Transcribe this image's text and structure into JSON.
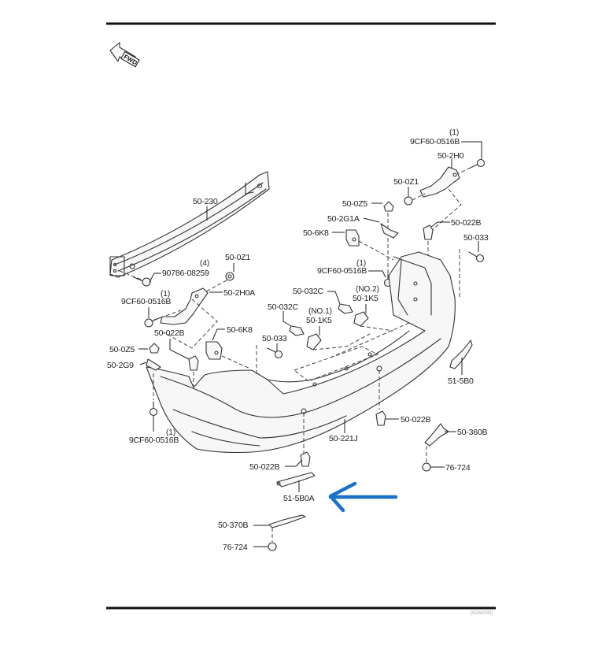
{
  "diagram": {
    "title": "Rear Bumper Exploded Parts Diagram",
    "direction_marker": "FWD",
    "accent_color": "#1a73c9",
    "highlighted_part": "51-5B0A",
    "footer_code": "(5D50035)",
    "parts": {
      "fastener_top_right": {
        "code": "9CF60-0516B",
        "qty": "(1)"
      },
      "bracket_right_upper": {
        "code": "50-2H0"
      },
      "nut_right": {
        "code": "50-0Z1"
      },
      "clip_right": {
        "code": "50-0Z5"
      },
      "spacer_right": {
        "code": "50-2G1A"
      },
      "pad_right": {
        "code": "50-6K8"
      },
      "clip_rivet_right": {
        "code": "50-022B"
      },
      "screw_right": {
        "code": "50-033"
      },
      "fastener_mid_right": {
        "code": "9CF60-0516B",
        "qty": "(1)"
      },
      "reinforcement": {
        "code": "50-230"
      },
      "bolt_reinforcement": {
        "code": "90786-08259",
        "qty": "(4)"
      },
      "nut_left": {
        "code": "50-0Z1"
      },
      "bracket_left": {
        "code": "50-2H0A"
      },
      "fastener_left": {
        "code": "9CF60-0516B",
        "qty": "(1)"
      },
      "retainer_no2": {
        "code": "50-032C"
      },
      "bracket_no2": {
        "code": "50-1K5",
        "qty": "(NO.2)"
      },
      "retainer_no1": {
        "code": "50-032C"
      },
      "bracket_no1": {
        "code": "50-1K5",
        "qty": "(NO.1)"
      },
      "pad_left": {
        "code": "50-6K8"
      },
      "clip_rivet_left": {
        "code": "50-022B"
      },
      "screw_center": {
        "code": "50-033"
      },
      "clip_left": {
        "code": "50-0Z5"
      },
      "spacer_left": {
        "code": "50-2G9"
      },
      "reflector_right": {
        "code": "51-5B0"
      },
      "fastener_bottom_left": {
        "code": "9CF60-0516B",
        "qty": "(1)"
      },
      "clip_rivet_lower_right": {
        "code": "50-022B"
      },
      "bumper_cover": {
        "code": "50-221J"
      },
      "bracket_lower_right": {
        "code": "50-360B"
      },
      "bolt_lower_right": {
        "code": "76-724"
      },
      "clip_rivet_bottom": {
        "code": "50-022B"
      },
      "reflector_left": {
        "code": "51-5B0A"
      },
      "bracket_lower_left": {
        "code": "50-370B"
      },
      "bolt_lower_left": {
        "code": "76-724"
      }
    }
  }
}
